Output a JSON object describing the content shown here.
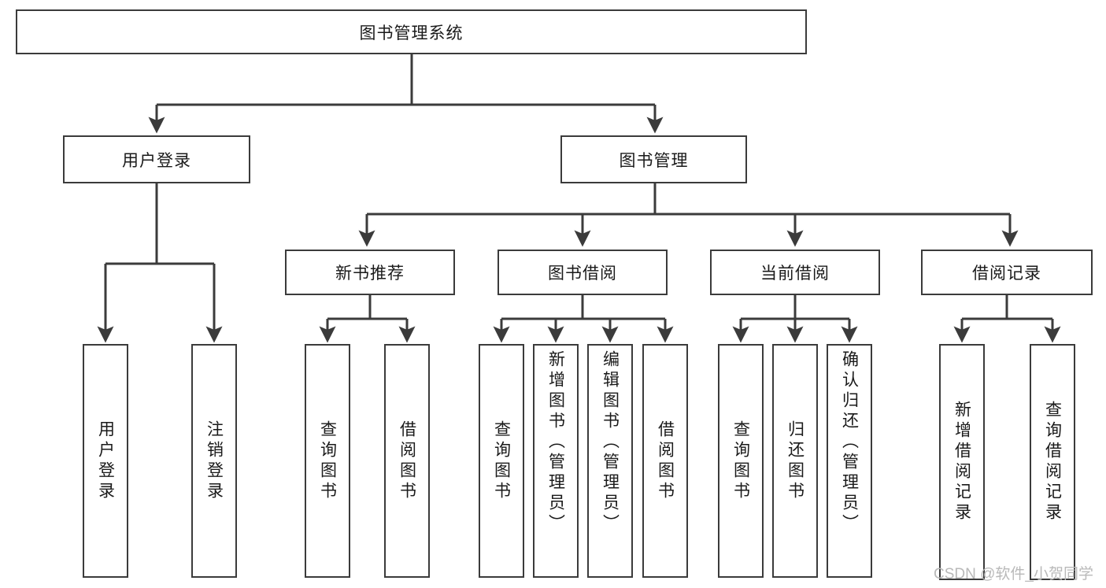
{
  "diagram": {
    "title_node": {
      "id": "root",
      "label": "图书管理系统"
    },
    "level2": [
      {
        "id": "login",
        "label": "用户登录"
      },
      {
        "id": "bookmgmt",
        "label": "图书管理"
      }
    ],
    "level3": [
      {
        "id": "newbook",
        "label": "新书推荐"
      },
      {
        "id": "borrow",
        "label": "图书借阅"
      },
      {
        "id": "current",
        "label": "当前借阅"
      },
      {
        "id": "record",
        "label": "借阅记录"
      }
    ],
    "leaves": [
      {
        "id": "leaf-user-login",
        "label": "用户登录",
        "parent": "login"
      },
      {
        "id": "leaf-user-logout",
        "label": "注销登录",
        "parent": "login"
      },
      {
        "id": "leaf-query-book-1",
        "label": "查询图书",
        "parent": "newbook"
      },
      {
        "id": "leaf-borrow-book-1",
        "label": "借阅图书",
        "parent": "newbook"
      },
      {
        "id": "leaf-query-book-2",
        "label": "查询图书",
        "parent": "borrow"
      },
      {
        "id": "leaf-add-book",
        "label": "新增图书（管理员）",
        "parent": "borrow"
      },
      {
        "id": "leaf-edit-book",
        "label": "编辑图书（管理员）",
        "parent": "borrow"
      },
      {
        "id": "leaf-borrow-book-2",
        "label": "借阅图书",
        "parent": "borrow"
      },
      {
        "id": "leaf-query-book-3",
        "label": "查询图书",
        "parent": "current"
      },
      {
        "id": "leaf-return-book",
        "label": "归还图书",
        "parent": "current"
      },
      {
        "id": "leaf-confirm-return",
        "label": "确认归还（管理员）",
        "parent": "current"
      },
      {
        "id": "leaf-add-record",
        "label": "新增借阅记录",
        "parent": "record"
      },
      {
        "id": "leaf-query-record",
        "label": "查询借阅记录",
        "parent": "record"
      }
    ],
    "colors": {
      "stroke": "#3b3b3b",
      "fill": "#ffffff",
      "text": "#1a1a1a",
      "watermark": "#b9b9b9"
    }
  },
  "watermark": {
    "text": "CSDN @软件_小贺同学"
  }
}
